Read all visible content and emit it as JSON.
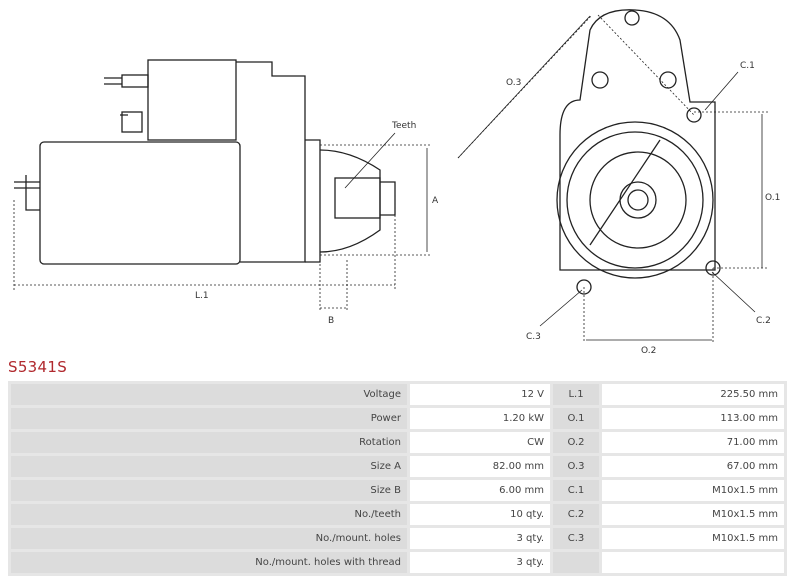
{
  "product_code": "S5341S",
  "drawing_labels": {
    "teeth": "Teeth",
    "a": "A",
    "b": "B",
    "l1": "L.1",
    "o3": "O.3",
    "c1": "C.1",
    "o1": "O.1",
    "c2": "C.2",
    "c3": "C.3",
    "o2": "O.2"
  },
  "specs": [
    {
      "label": "Voltage",
      "value": "12 V",
      "key": "L.1",
      "key_value": "225.50 mm"
    },
    {
      "label": "Power",
      "value": "1.20 kW",
      "key": "O.1",
      "key_value": "113.00 mm"
    },
    {
      "label": "Rotation",
      "value": "CW",
      "key": "O.2",
      "key_value": "71.00 mm"
    },
    {
      "label": "Size A",
      "value": "82.00 mm",
      "key": "O.3",
      "key_value": "67.00 mm"
    },
    {
      "label": "Size B",
      "value": "6.00 mm",
      "key": "C.1",
      "key_value": "M10x1.5 mm"
    },
    {
      "label": "No./teeth",
      "value": "10 qty.",
      "key": "C.2",
      "key_value": "M10x1.5 mm"
    },
    {
      "label": "No./mount. holes",
      "value": "3 qty.",
      "key": "C.3",
      "key_value": "M10x1.5 mm"
    },
    {
      "label": "No./mount. holes with thread",
      "value": "3 qty.",
      "key": "",
      "key_value": ""
    }
  ],
  "colors": {
    "title": "#b0282d",
    "label_bg": "#dcdcdc"
  }
}
